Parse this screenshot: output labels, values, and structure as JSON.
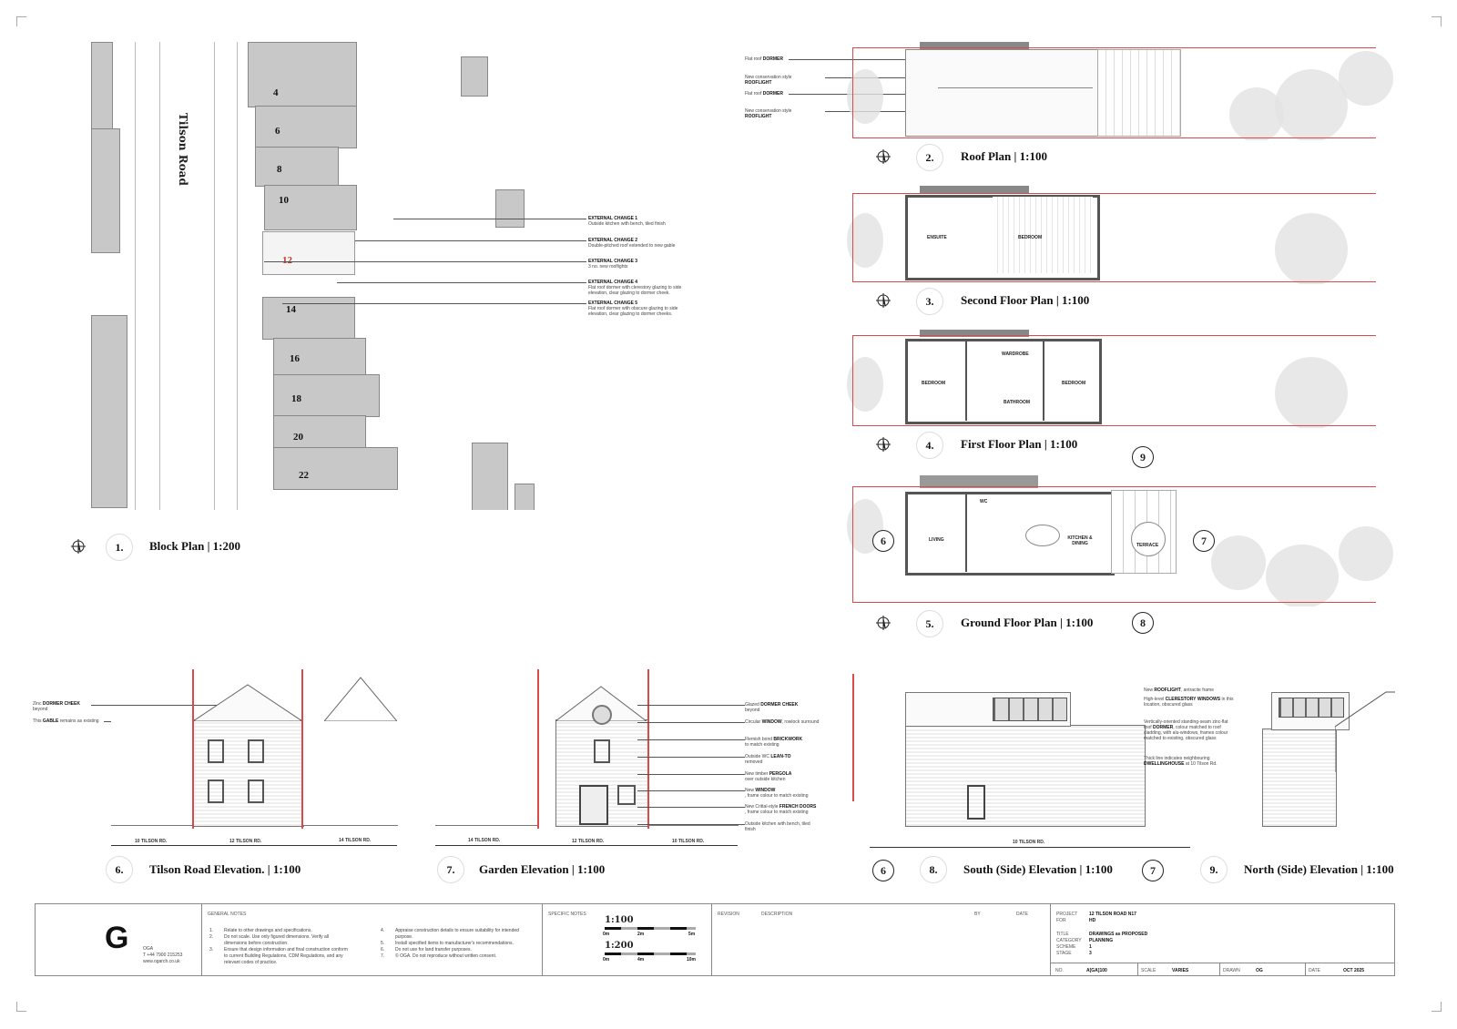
{
  "block_plan": {
    "number": "1.",
    "title": "Block Plan | 1:200",
    "road_name": "Tilson Road",
    "house_numbers": [
      "4",
      "6",
      "8",
      "10",
      "12",
      "14",
      "16",
      "18",
      "20",
      "22"
    ],
    "external_changes": [
      {
        "title": "EXTERNAL CHANGE 1",
        "desc": "Outside kitchen with bench, tiled finish"
      },
      {
        "title": "EXTERNAL CHANGE 2",
        "desc": "Double-pitched roof extended to new gable"
      },
      {
        "title": "EXTERNAL CHANGE 3",
        "desc": "3 no. new rooflights"
      },
      {
        "title": "EXTERNAL CHANGE 4",
        "desc": "Flat roof dormer with clerestory glazing to side elevation, clear glazing to dormer cheek."
      },
      {
        "title": "EXTERNAL CHANGE 5",
        "desc": "Flat roof dormer with obscure glazing to side elevation, clear glazing to dormer cheeks."
      }
    ]
  },
  "roof_plan": {
    "number": "2.",
    "title": "Roof Plan | 1:100",
    "notes": [
      {
        "pre": "Flat roof ",
        "bold": "DORMER",
        "post": ""
      },
      {
        "pre": "New conservation style ",
        "bold": "ROOFLIGHT",
        "post": ""
      },
      {
        "pre": "Flat roof ",
        "bold": "DORMER",
        "post": ""
      },
      {
        "pre": "New conservation style ",
        "bold": "ROOFLIGHT",
        "post": ""
      }
    ]
  },
  "second_floor": {
    "number": "3.",
    "title": "Second Floor Plan | 1:100",
    "rooms": [
      "ENSUITE",
      "BEDROOM"
    ]
  },
  "first_floor": {
    "number": "4.",
    "title": "First Floor Plan | 1:100",
    "rooms": [
      "BEDROOM",
      "WARDROBE",
      "BATHROOM",
      "BEDROOM"
    ]
  },
  "ground_floor": {
    "number": "5.",
    "title": "Ground Floor Plan | 1:100",
    "rooms": [
      "LIVING",
      "WC",
      "KITCHEN & DINING",
      "TERRACE"
    ]
  },
  "section_markers": {
    "s6": "6",
    "s7": "7",
    "s8": "8",
    "s9": "9"
  },
  "tilson_elevation": {
    "number": "6.",
    "title": "Tilson Road Elevation. | 1:100",
    "notes": [
      {
        "pre": "Zinc ",
        "bold": "DORMER CHEEK",
        "post": " beyond"
      },
      {
        "pre": "This ",
        "bold": "GABLE",
        "post": " remains as existing"
      }
    ],
    "dims": [
      "10 TILSON RD.",
      "12 TILSON RD.",
      "14 TILSON RD."
    ]
  },
  "garden_elevation": {
    "number": "7.",
    "title": "Garden Elevation | 1:100",
    "notes": [
      {
        "pre": "Glazed ",
        "bold": "DORMER CHEEK",
        "post": " beyond"
      },
      {
        "pre": "Circular ",
        "bold": "WINDOW",
        "post": ", rowlock surround"
      },
      {
        "pre": "Flemish bond ",
        "bold": "BRICKWORK",
        "post": " to match existing"
      },
      {
        "pre": "Outside WC ",
        "bold": "LEAN-TO",
        "post": " removed"
      },
      {
        "pre": "New timber ",
        "bold": "PERGOLA",
        "post": " over outside kitchen"
      },
      {
        "pre": "New ",
        "bold": "WINDOW",
        "post": ", frame colour to match existing"
      },
      {
        "pre": "New Crittal-style ",
        "bold": "FRENCH DOORS",
        "post": ", frame colour to match existing"
      },
      {
        "pre": "Outside kitchen with bench, tiled finish",
        "bold": "",
        "post": ""
      }
    ],
    "dims": [
      "14 TILSON RD.",
      "12 TILSON RD.",
      "10 TILSON RD."
    ]
  },
  "south_elevation": {
    "number": "8.",
    "title": "South (Side) Elevation | 1:100",
    "dims": [
      "10 TILSON RD."
    ],
    "notes": [
      {
        "pre": "New ",
        "bold": "ROOFLIGHT",
        "post": ", antracite frame"
      },
      {
        "pre": "High-level ",
        "bold": "CLERESTORY WINDOWS",
        "post": " in this location, obscured glass"
      },
      {
        "pre": "Vertically-oriented standing-seam zinc-flat roof ",
        "bold": "DORMER",
        "post": ", colour matched to roof cladding, with alu-windows, frames colour matched to existing, obscured glass"
      },
      {
        "pre": "Thick line indicates neighbouring ",
        "bold": "DWELLINGHOUSE",
        "post": " at 10 Tilson Rd."
      }
    ]
  },
  "north_elevation": {
    "number": "9.",
    "title": "North (Side) Elevation | 1:100"
  },
  "title_block": {
    "logo": "G",
    "company": "OGA",
    "phone": "T +44 7900 215253",
    "web": "www.ogarch.co.uk",
    "general_notes_label": "GENERAL NOTES",
    "general_notes": [
      {
        "n": "1.",
        "t": "Relate to other drawings and specifications."
      },
      {
        "n": "2.",
        "t": "Do not scale. Use only figured dimensions. Verify all dimensions before construction."
      },
      {
        "n": "3.",
        "t": "Ensure that design information and final construction conform to current Building Regulations, CDM Regulations, and any relevant codes of practice."
      },
      {
        "n": "4.",
        "t": "Appraise construction details to ensure suitability for intended purpose."
      },
      {
        "n": "5.",
        "t": "Install specified items to manufacturer's recommendations."
      },
      {
        "n": "6.",
        "t": "Do not use for land transfer purposes."
      },
      {
        "n": "7.",
        "t": "© OGA. Do not reproduce without written consent."
      }
    ],
    "specific_notes_label": "SPECIFIC NOTES",
    "scale1": {
      "label": "1:100",
      "ticks": [
        "0m",
        "2m",
        "5m"
      ]
    },
    "scale2": {
      "label": "1:200",
      "ticks": [
        "0m",
        "4m",
        "10m"
      ]
    },
    "revision_label": "REVISION",
    "description_label": "DESCRIPTION",
    "by_label": "BY",
    "date_label": "DATE",
    "project_label": "PROJECT",
    "project": "12 TILSON ROAD N17",
    "for_label": "FOR",
    "for": "HD",
    "title_label": "TITLE",
    "title": "DRAWINGS as PROPOSED",
    "category_label": "CATEGORY",
    "category": "PLANNING",
    "scheme_label": "SCHEME",
    "scheme": "1",
    "stage_label": "STAGE",
    "stage": "3",
    "no_label": "NO.",
    "no": "A[GA]100",
    "scale_label": "SCALE",
    "scale": "VARIES",
    "drawn_label": "DRAWN",
    "drawn": "OG",
    "date2_label": "DATE",
    "date": "OCT 2025"
  }
}
